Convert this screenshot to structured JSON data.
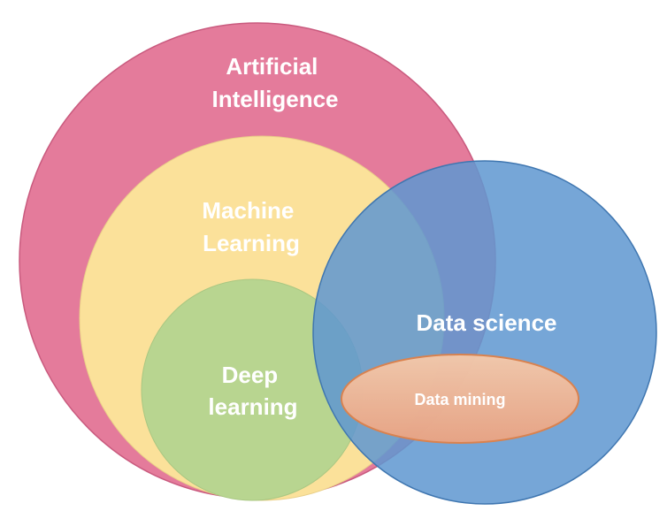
{
  "diagram": {
    "sets": [
      {
        "id": "ai",
        "lines": [
          "Artificial",
          "Intelligence"
        ],
        "color": "#e4799a"
      },
      {
        "id": "ml",
        "lines": [
          "Machine",
          "Learning"
        ],
        "color": "#fbe199"
      },
      {
        "id": "dl",
        "lines": [
          "Deep",
          "learning"
        ],
        "color": "#b7d48f"
      },
      {
        "id": "ds",
        "lines": [
          "Data science"
        ],
        "color": "#6b9fd4"
      },
      {
        "id": "dm",
        "lines": [
          "Data mining"
        ],
        "color": "#efaa86"
      }
    ]
  }
}
